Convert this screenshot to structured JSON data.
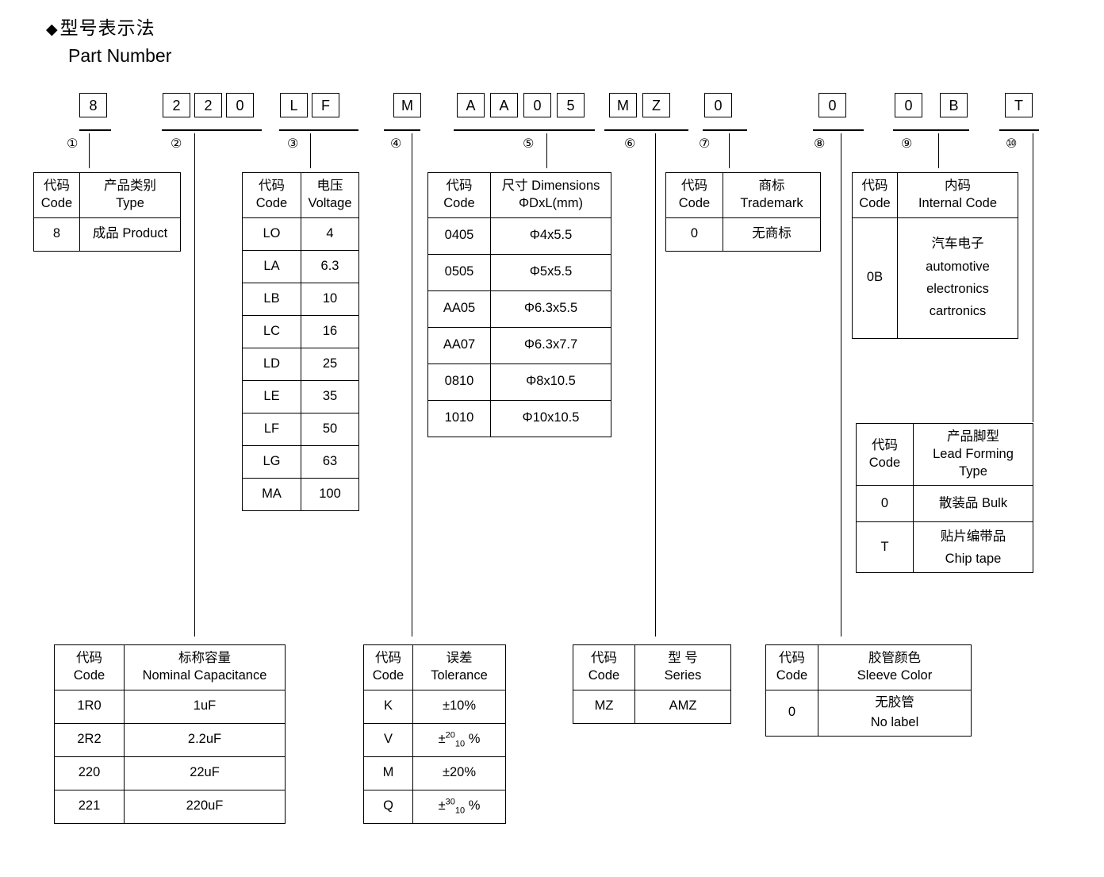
{
  "title": {
    "diamond": "◆",
    "cn": "型号表示法",
    "en": "Part Number"
  },
  "part_number": {
    "groups": [
      {
        "marker": "①",
        "chars": [
          "8"
        ]
      },
      {
        "marker": "②",
        "chars": [
          "2",
          "2",
          "0"
        ]
      },
      {
        "marker": "③",
        "chars": [
          "L",
          "F"
        ]
      },
      {
        "marker": "④",
        "chars": [
          "M"
        ]
      },
      {
        "marker": "⑤",
        "chars": [
          "A",
          "A",
          "0",
          "5"
        ]
      },
      {
        "marker": "⑥",
        "chars": [
          "M",
          "Z"
        ]
      },
      {
        "marker": "⑦",
        "chars": [
          "0"
        ]
      },
      {
        "marker": "⑧",
        "chars": [
          "0"
        ]
      },
      {
        "marker": "⑨",
        "chars": [
          "0",
          "B"
        ]
      },
      {
        "marker": "⑩",
        "chars": [
          "T"
        ]
      }
    ]
  },
  "tables": {
    "type": {
      "marker": "①",
      "header": {
        "code_cn": "代码",
        "code_en": "Code",
        "value_cn": "产品类别",
        "value_en": "Type"
      },
      "rows": [
        {
          "code": "8",
          "value": "成品 Product"
        }
      ]
    },
    "voltage": {
      "marker": "③",
      "header": {
        "code_cn": "代码",
        "code_en": "Code",
        "value_cn": "电压",
        "value_en": "Voltage"
      },
      "rows": [
        {
          "code": "LO",
          "value": "4"
        },
        {
          "code": "LA",
          "value": "6.3"
        },
        {
          "code": "LB",
          "value": "10"
        },
        {
          "code": "LC",
          "value": "16"
        },
        {
          "code": "LD",
          "value": "25"
        },
        {
          "code": "LE",
          "value": "35"
        },
        {
          "code": "LF",
          "value": "50"
        },
        {
          "code": "LG",
          "value": "63"
        },
        {
          "code": "MA",
          "value": "100"
        }
      ]
    },
    "dimensions": {
      "marker": "⑤",
      "header": {
        "code_cn": "代码",
        "code_en": "Code",
        "value_cn": "尺寸 Dimensions",
        "value_en": "ΦDxL(mm)"
      },
      "rows": [
        {
          "code": "0405",
          "value": "Φ4x5.5"
        },
        {
          "code": "0505",
          "value": "Φ5x5.5"
        },
        {
          "code": "AA05",
          "value": "Φ6.3x5.5"
        },
        {
          "code": "AA07",
          "value": "Φ6.3x7.7"
        },
        {
          "code": "0810",
          "value": "Φ8x10.5"
        },
        {
          "code": "1010",
          "value": "Φ10x10.5"
        }
      ]
    },
    "trademark": {
      "marker": "⑦",
      "header": {
        "code_cn": "代码",
        "code_en": "Code",
        "value_cn": "商标",
        "value_en": "Trademark"
      },
      "rows": [
        {
          "code": "0",
          "value": "无商标"
        }
      ]
    },
    "internal_code": {
      "marker": "⑨",
      "header": {
        "code_cn": "代码",
        "code_en": "Code",
        "value_cn": "内码",
        "value_en": "Internal Code"
      },
      "rows": [
        {
          "code": "0B",
          "value_cn": "汽车电子",
          "value_l1": "automotive",
          "value_l2": "electronics",
          "value_l3": "cartronics"
        }
      ]
    },
    "lead_forming": {
      "marker": "⑩",
      "header": {
        "code_cn": "代码",
        "code_en": "Code",
        "value_cn": "产品脚型",
        "value_en1": "Lead Forming",
        "value_en2": "Type"
      },
      "rows": [
        {
          "code": "0",
          "value": "散装品 Bulk",
          "value2": ""
        },
        {
          "code": "T",
          "value": "贴片编带品",
          "value2": "Chip tape"
        }
      ]
    },
    "capacitance": {
      "marker": "②",
      "header": {
        "code_cn": "代码",
        "code_en": "Code",
        "value_cn": "标称容量",
        "value_en": "Nominal Capacitance"
      },
      "rows": [
        {
          "code": "1R0",
          "value": "1uF"
        },
        {
          "code": "2R2",
          "value": "2.2uF"
        },
        {
          "code": "220",
          "value": "22uF"
        },
        {
          "code": "221",
          "value": "220uF"
        }
      ]
    },
    "tolerance": {
      "marker": "④",
      "header": {
        "code_cn": "代码",
        "code_en": "Code",
        "value_cn": "误差",
        "value_en": "Tolerance"
      },
      "rows": [
        {
          "code": "K",
          "plain": "±10%",
          "sup": "",
          "sub": ""
        },
        {
          "code": "V",
          "plain": "",
          "sign": "±",
          "sup": "20",
          "sub": "10",
          "unit": "%"
        },
        {
          "code": "M",
          "plain": "±20%",
          "sup": "",
          "sub": ""
        },
        {
          "code": "Q",
          "plain": "",
          "sign": "±",
          "sup": "30",
          "sub": "10",
          "unit": "%"
        }
      ]
    },
    "series": {
      "marker": "⑥",
      "header": {
        "code_cn": "代码",
        "code_en": "Code",
        "value_cn": "型 号",
        "value_en": "Series"
      },
      "rows": [
        {
          "code": "MZ",
          "value": "AMZ"
        }
      ]
    },
    "sleeve_color": {
      "marker": "⑧",
      "header": {
        "code_cn": "代码",
        "code_en": "Code",
        "value_cn": "胶管颜色",
        "value_en": "Sleeve Color"
      },
      "rows": [
        {
          "code": "0",
          "value_cn": "无胶管",
          "value_en": "No label"
        }
      ]
    }
  }
}
